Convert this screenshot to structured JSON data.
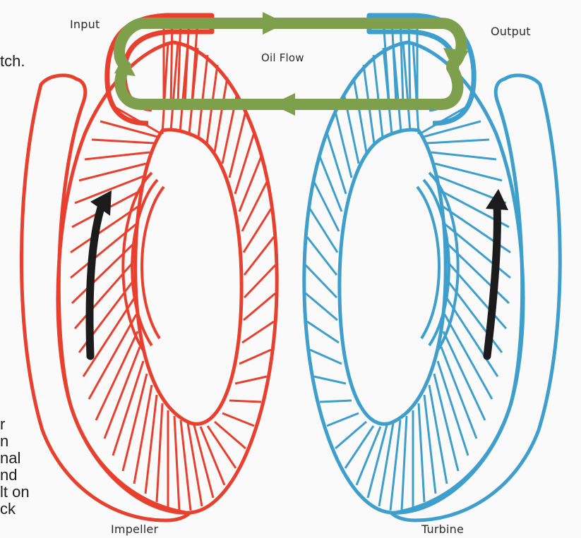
{
  "labels": {
    "input": "Input",
    "output": "Output",
    "oil_flow": "Oil Flow",
    "impeller": "Impeller",
    "turbine": "Turbine"
  },
  "cropped_text": {
    "top": "tch.",
    "lines": [
      "r",
      "n",
      "nal",
      "nd",
      "lt on",
      "ck"
    ]
  },
  "colors": {
    "impeller": "#e8402f",
    "turbine": "#3e9fcd",
    "oil_flow": "#7e9f4c",
    "rotation_arrow": "#1b1b1b"
  },
  "icons": {
    "rotation": "curved-arrow-up",
    "flow": "flow-arrow"
  }
}
